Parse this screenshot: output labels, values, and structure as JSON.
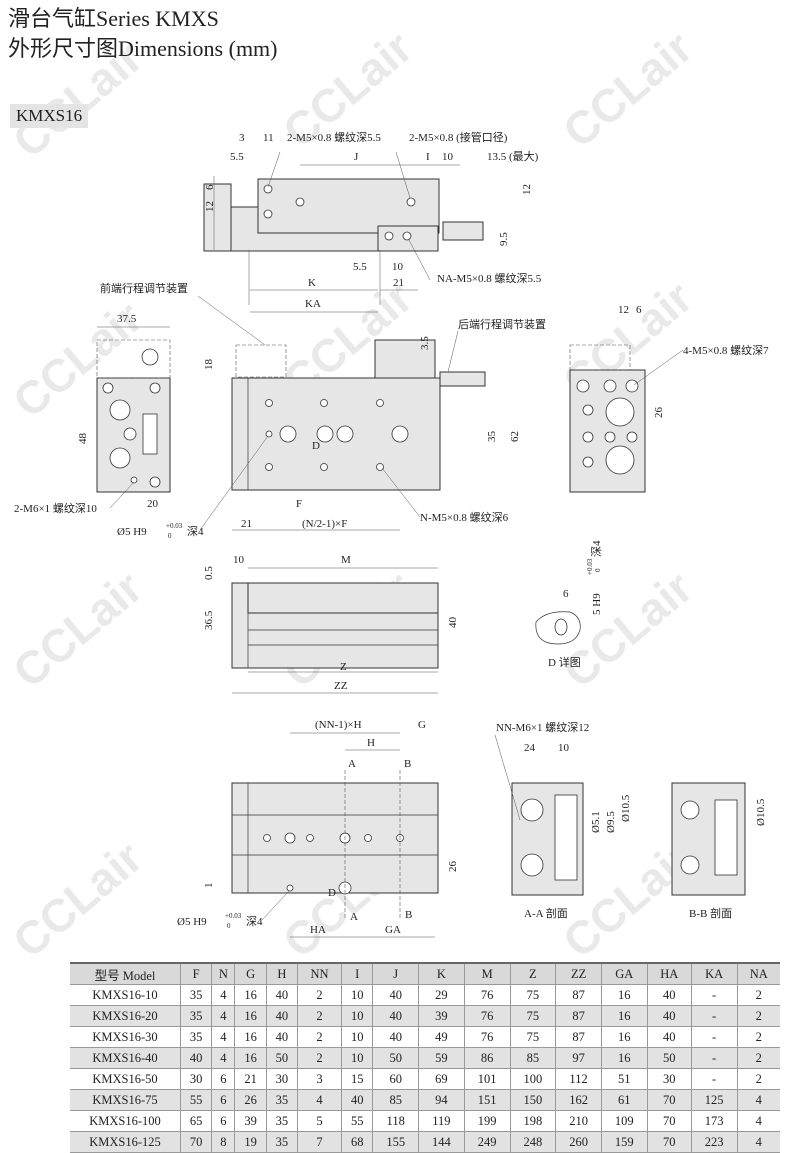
{
  "header": {
    "title_line1": "滑台气缸Series KMXS",
    "title_line2": "外形尺寸图Dimensions (mm)",
    "model_tag": "KMXS16"
  },
  "watermark": "CCLair",
  "top_view": {
    "d3": "3",
    "d11": "11",
    "d5_5": "5.5",
    "note_port1": "2-M5×0.8 螺纹深5.5",
    "note_port2": "2-M5×0.8 (接管口径)",
    "J": "J",
    "I": "I",
    "d10": "10",
    "d13_5": "13.5 (最大)",
    "d6": "6",
    "d12": "12",
    "d12r": "12",
    "d9_5": "9.5",
    "d5_5b": "5.5",
    "d10b": "10",
    "d21": "21",
    "K": "K",
    "KA": "KA",
    "note_na": "NA-M5×0.8 螺纹深5.5"
  },
  "front_view": {
    "note_front_adj": "前端行程调节装置",
    "note_rear_adj": "后端行程调节装置",
    "d37_5": "37.5",
    "d18": "18",
    "d3_5": "3.5",
    "d48": "48",
    "d20": "20",
    "d35": "35",
    "d62": "62",
    "note_m6": "2-M6×1 螺纹深10",
    "note_pin": "Ø5 H9",
    "tol": "+0.03",
    "tol0": "0",
    "depth4": "深4",
    "D": "D",
    "F": "F",
    "d21": "21",
    "NF": "(N/2-1)×F",
    "note_n": "N-M5×0.8 螺纹深6",
    "d12": "12",
    "d6": "6",
    "note_4m5": "4-M5×0.8 螺纹深7",
    "d26": "26"
  },
  "side_view": {
    "d10": "10",
    "M": "M",
    "d0_5": "0.5",
    "d36_5": "36.5",
    "d40": "40",
    "Z": "Z",
    "ZZ": "ZZ"
  },
  "detail_d": {
    "d6": "6",
    "note": "5 H9",
    "tol": "+0.03",
    "tol0": "0",
    "depth": "深4",
    "caption": "D 详图"
  },
  "bottom_view": {
    "NNH": "(NN-1)×H",
    "G": "G",
    "H": "H",
    "A": "A",
    "B": "B",
    "d1": "1",
    "d26": "26",
    "note_pin": "Ø5 H9",
    "tol": "+0.03",
    "tol0": "0",
    "depth4": "深4",
    "D": "D",
    "A2": "A",
    "B2": "B",
    "HA": "HA",
    "GA": "GA"
  },
  "section_aa": {
    "note": "NN-M6×1 螺纹深12",
    "d24": "24",
    "d10": "10",
    "d5_1": "Ø5.1",
    "d9_5": "Ø9.5",
    "d10_5": "Ø10.5",
    "caption": "A-A 剖面"
  },
  "section_bb": {
    "d10_5": "Ø10.5",
    "caption": "B-B 剖面"
  },
  "table": {
    "headers": [
      "型号 Model",
      "F",
      "N",
      "G",
      "H",
      "NN",
      "I",
      "J",
      "K",
      "M",
      "Z",
      "ZZ",
      "GA",
      "HA",
      "KA",
      "NA"
    ],
    "rows": [
      [
        "KMXS16-10",
        "35",
        "4",
        "16",
        "40",
        "2",
        "10",
        "40",
        "29",
        "76",
        "75",
        "87",
        "16",
        "40",
        "-",
        "2"
      ],
      [
        "KMXS16-20",
        "35",
        "4",
        "16",
        "40",
        "2",
        "10",
        "40",
        "39",
        "76",
        "75",
        "87",
        "16",
        "40",
        "-",
        "2"
      ],
      [
        "KMXS16-30",
        "35",
        "4",
        "16",
        "40",
        "2",
        "10",
        "40",
        "49",
        "76",
        "75",
        "87",
        "16",
        "40",
        "-",
        "2"
      ],
      [
        "KMXS16-40",
        "40",
        "4",
        "16",
        "50",
        "2",
        "10",
        "50",
        "59",
        "86",
        "85",
        "97",
        "16",
        "50",
        "-",
        "2"
      ],
      [
        "KMXS16-50",
        "30",
        "6",
        "21",
        "30",
        "3",
        "15",
        "60",
        "69",
        "101",
        "100",
        "112",
        "51",
        "30",
        "-",
        "2"
      ],
      [
        "KMXS16-75",
        "55",
        "6",
        "26",
        "35",
        "4",
        "40",
        "85",
        "94",
        "151",
        "150",
        "162",
        "61",
        "70",
        "125",
        "4"
      ],
      [
        "KMXS16-100",
        "65",
        "6",
        "39",
        "35",
        "5",
        "55",
        "118",
        "119",
        "199",
        "198",
        "210",
        "109",
        "70",
        "173",
        "4"
      ],
      [
        "KMXS16-125",
        "70",
        "8",
        "19",
        "35",
        "7",
        "68",
        "155",
        "144",
        "249",
        "248",
        "260",
        "159",
        "70",
        "223",
        "4"
      ]
    ]
  }
}
